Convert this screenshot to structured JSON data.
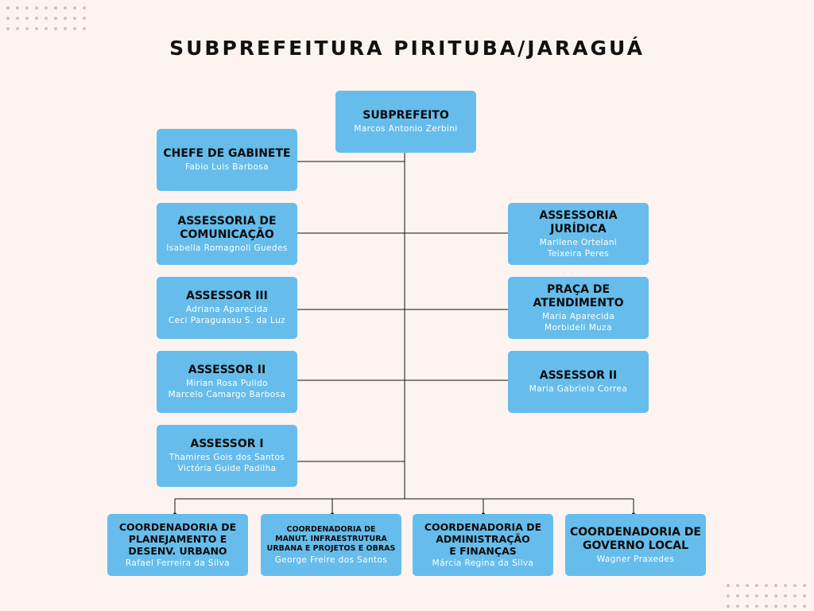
{
  "title": "SUBPREFEITURA PIRITUBA/JARAGUÁ",
  "colors": {
    "box": "#66bdeb",
    "background": "#fdf4f2",
    "line": "#111111",
    "name_text": "#ffffff"
  },
  "nodes": {
    "subprefeito": {
      "title": "SUBPREFEITO",
      "names": "Marcos Antonio Zerbini"
    },
    "chefe_gabinete": {
      "title": "CHEFE DE GABINETE",
      "names": "Fabio Luis Barbosa"
    },
    "assessoria_comunicacao": {
      "title": "ASSESSORIA DE\nCOMUNICAÇÃO",
      "names": "Isabella Romagnoli Guedes"
    },
    "assessoria_juridica": {
      "title": "ASSESSORIA\nJURÍDICA",
      "names": "Marilene Ortelani\nTeixeira Peres"
    },
    "assessor_iii": {
      "title": "ASSESSOR III",
      "names": "Adriana Aparecida\nCeci Paraguassu S. da Luz"
    },
    "praca_atendimento": {
      "title": "PRAÇA DE\nATENDIMENTO",
      "names": "Maria Aparecida\nMorbideli Muza"
    },
    "assessor_ii_left": {
      "title": "ASSESSOR II",
      "names": "Mirian Rosa Pulido\nMarcelo Camargo Barbosa"
    },
    "assessor_ii_right": {
      "title": "ASSESSOR II",
      "names": "Maria Gabriela Correa"
    },
    "assessor_i": {
      "title": "ASSESSOR I",
      "names": "Thamires Gois dos Santos\nVictória Guide Padilha"
    },
    "coord_planejamento": {
      "title": "COORDENADORIA DE\nPLANEJAMENTO E\nDESENV. URBANO",
      "names": "Rafael Ferreira da Silva"
    },
    "coord_manutencao": {
      "title": "COORDENADORIA DE\nMANUT. INFRAESTRUTURA\nURBANA E PROJETOS E OBRAS",
      "names": "George Freire dos Santos"
    },
    "coord_administracao": {
      "title": "COORDENADORIA DE\nADMINISTRAÇÃO\nE FINANÇAS",
      "names": "Márcia Regina da Silva"
    },
    "coord_governo": {
      "title": "COORDENADORIA DE\nGOVERNO  LOCAL",
      "names": "Wagner Praxedes"
    }
  }
}
